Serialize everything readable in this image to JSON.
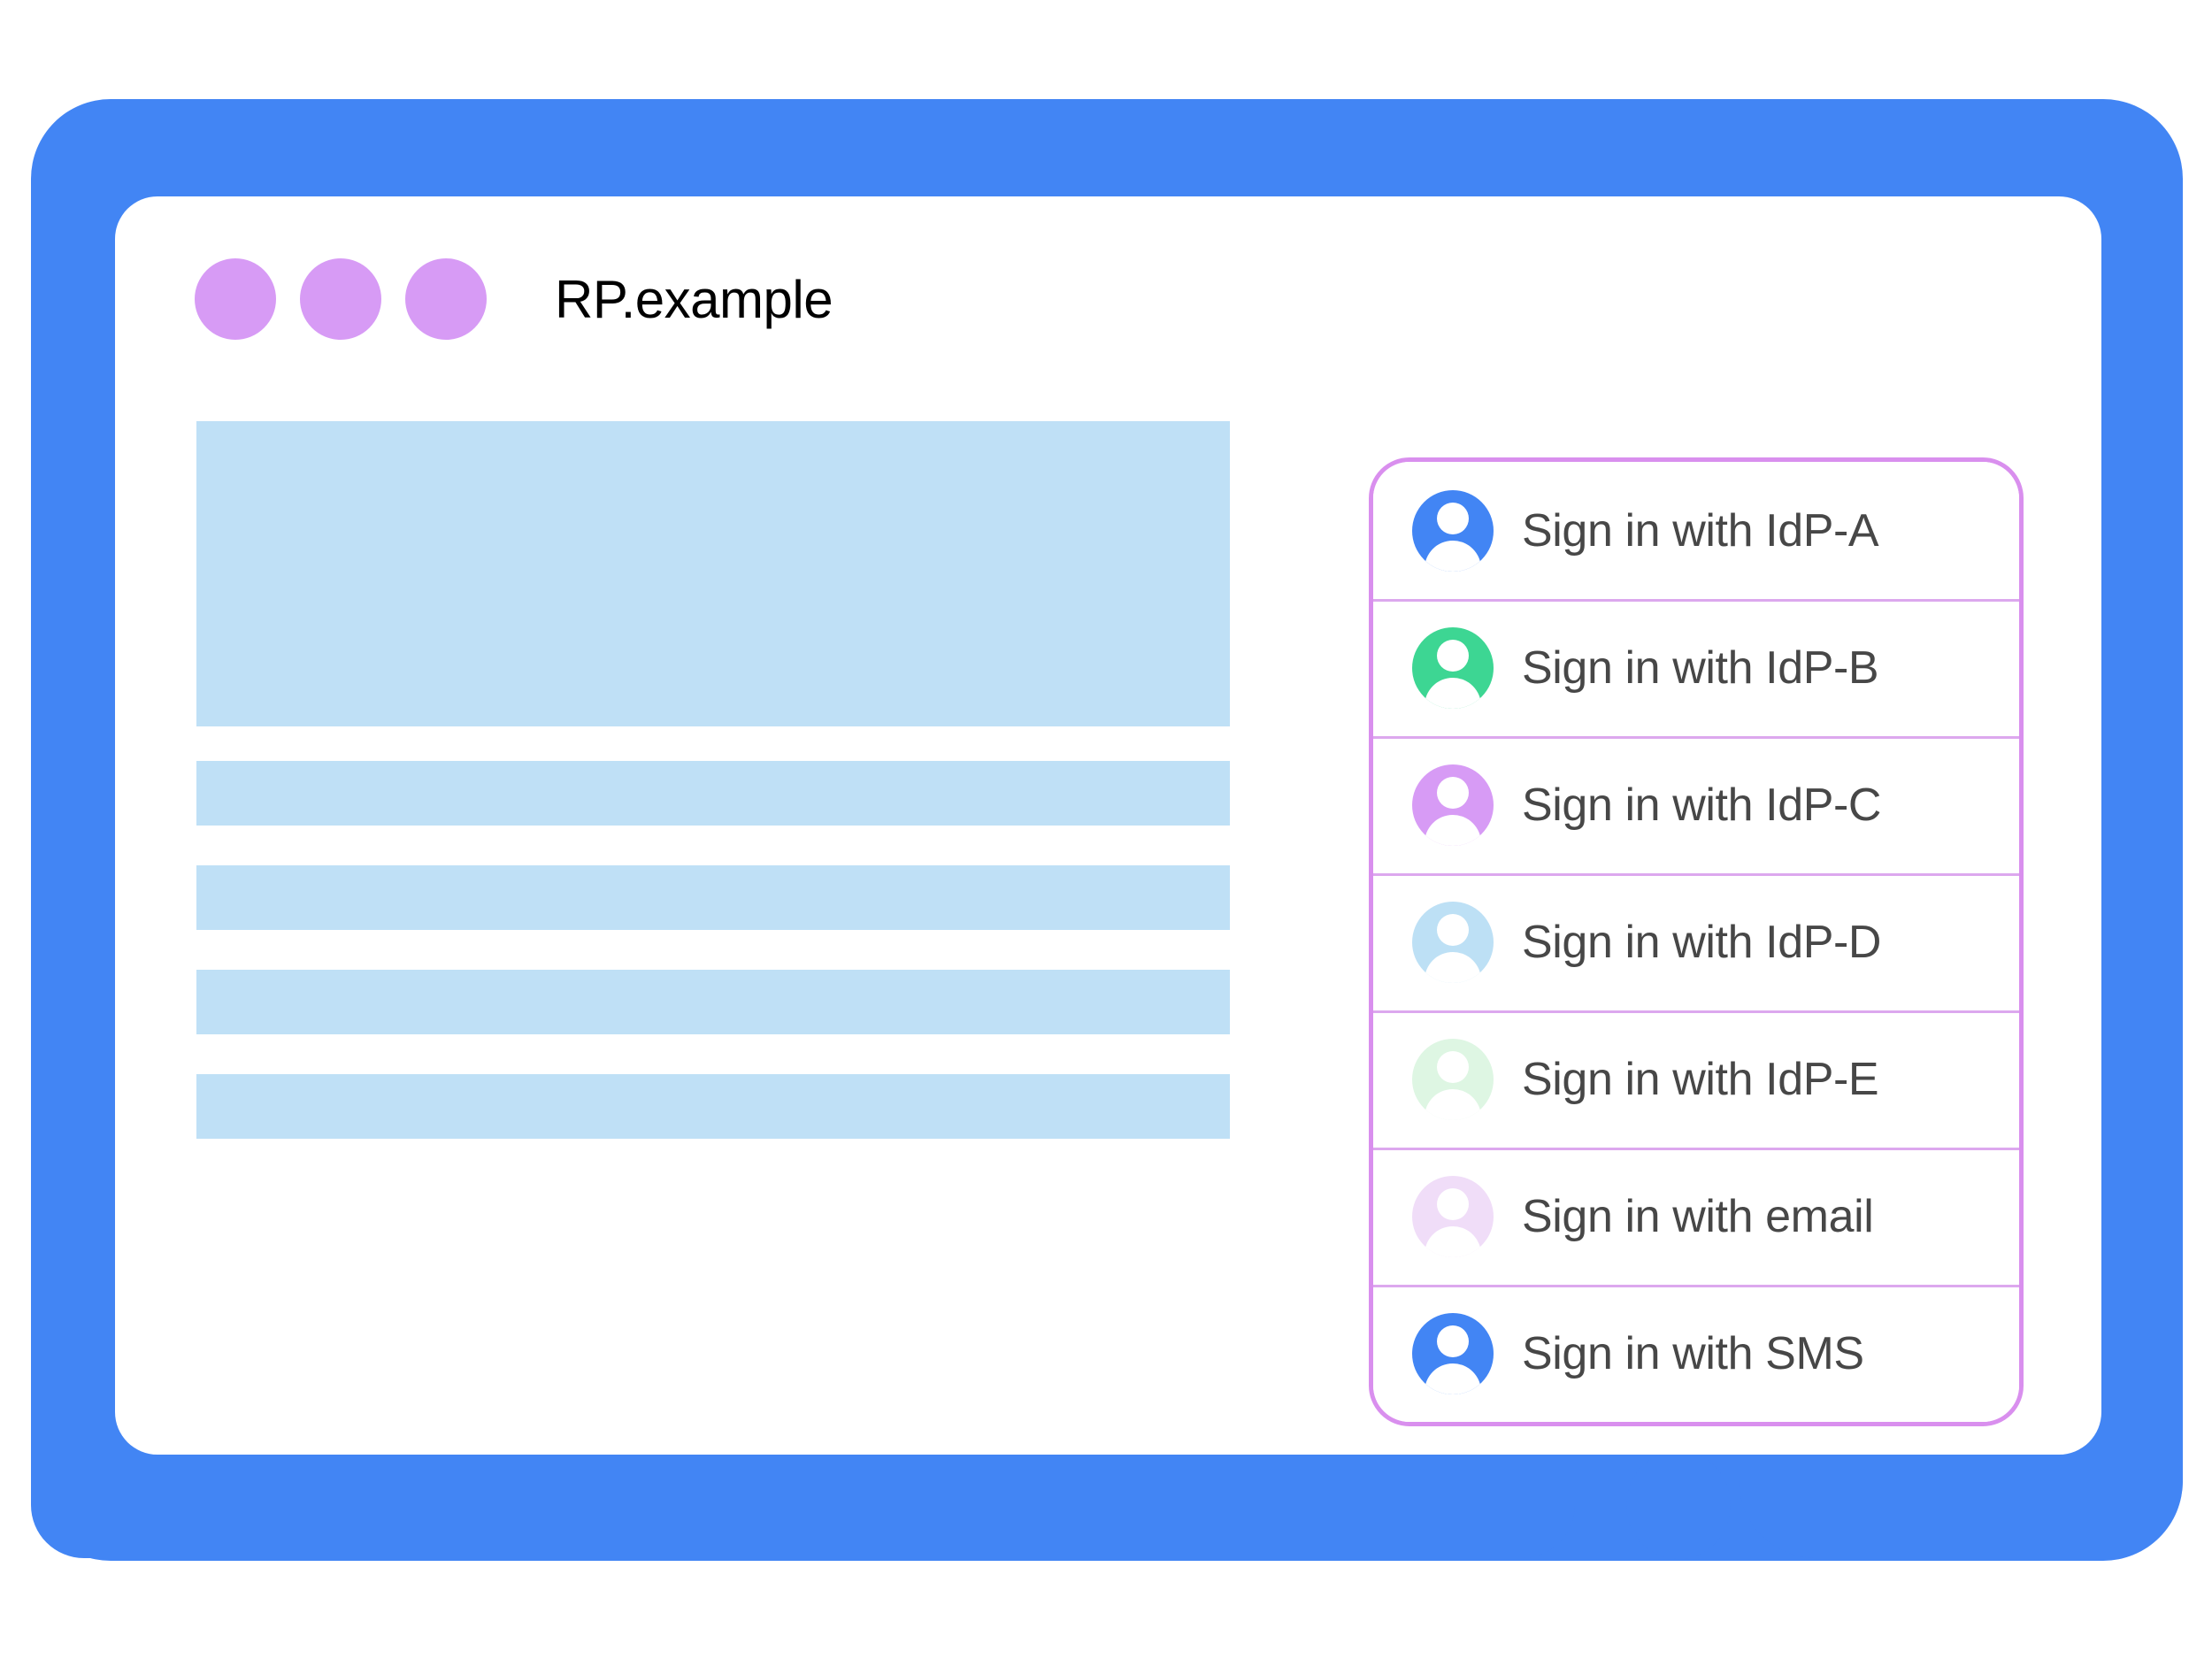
{
  "colors": {
    "frame": "#4285F4",
    "title_dot": "#D79BF5",
    "placeholder": "#BFE0F6",
    "panel_border": "#D98FEE",
    "divider": "#DCA8EE",
    "label_text": "#474747"
  },
  "browser": {
    "title": "RP.example",
    "window_dots": [
      "dot-1",
      "dot-2",
      "dot-3"
    ]
  },
  "page_content": {
    "blocks": [
      {
        "name": "hero-placeholder",
        "kind": "hero"
      },
      {
        "name": "text-line-1",
        "kind": "bar"
      },
      {
        "name": "text-line-2",
        "kind": "bar"
      },
      {
        "name": "text-line-3",
        "kind": "bar"
      },
      {
        "name": "text-line-4",
        "kind": "bar"
      }
    ]
  },
  "signin_panel": {
    "options": [
      {
        "label": "Sign in with IdP-A",
        "avatar_color": "#4285F4",
        "icon": "person-avatar-icon"
      },
      {
        "label": "Sign in with IdP-B",
        "avatar_color": "#3DD693",
        "icon": "person-avatar-icon"
      },
      {
        "label": "Sign in with IdP-C",
        "avatar_color": "#D79BF5",
        "icon": "person-avatar-icon"
      },
      {
        "label": "Sign in with IdP-D",
        "avatar_color": "#BDE0F5",
        "icon": "person-avatar-icon"
      },
      {
        "label": "Sign in with IdP-E",
        "avatar_color": "#DEF6E3",
        "icon": "person-avatar-icon"
      },
      {
        "label": "Sign in with email",
        "avatar_color": "#F0DDF8",
        "icon": "person-avatar-icon"
      },
      {
        "label": "Sign in with SMS",
        "avatar_color": "#4285F4",
        "icon": "person-avatar-icon"
      }
    ]
  },
  "device": {
    "home_button": "home-button"
  }
}
